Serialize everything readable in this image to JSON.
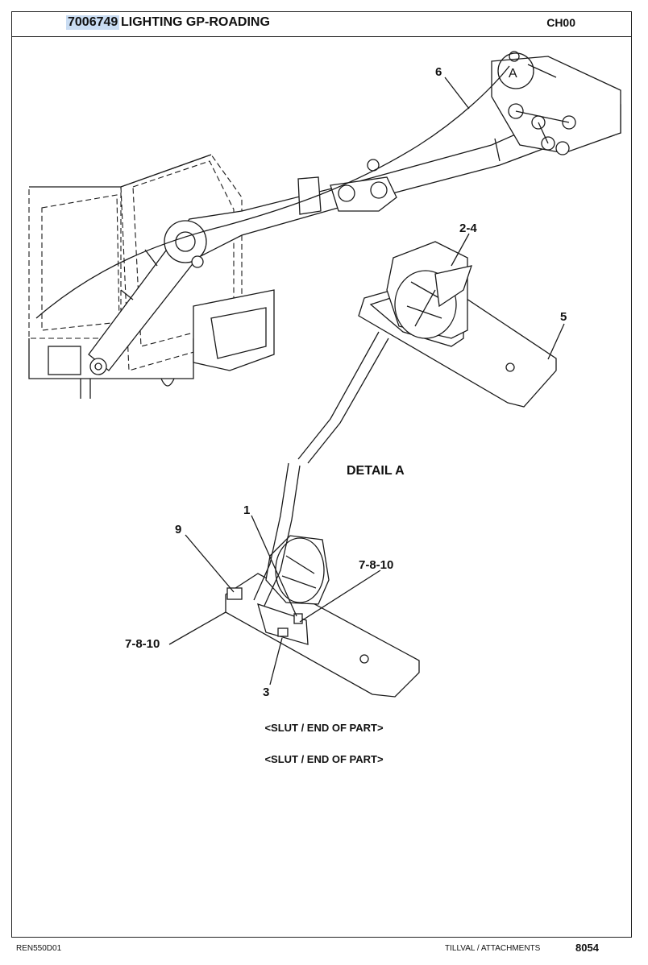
{
  "header": {
    "part_number": "7006749",
    "title": "LIGHTING GP-ROADING",
    "chapter": "CH00"
  },
  "drawing": {
    "callouts": {
      "c6": "6",
      "cA": "A",
      "c24": "2-4",
      "c5": "5",
      "c1": "1",
      "c9": "9",
      "c7810a": "7-8-10",
      "c7810b": "7-8-10",
      "c3": "3"
    },
    "detail_label": "DETAIL A"
  },
  "notes": {
    "end1": "<SLUT / END OF PART>",
    "end2": "<SLUT / END OF PART>"
  },
  "footer": {
    "doc_code": "REN550D01",
    "section": "TILLVAL / ATTACHMENTS",
    "page": "8054"
  }
}
